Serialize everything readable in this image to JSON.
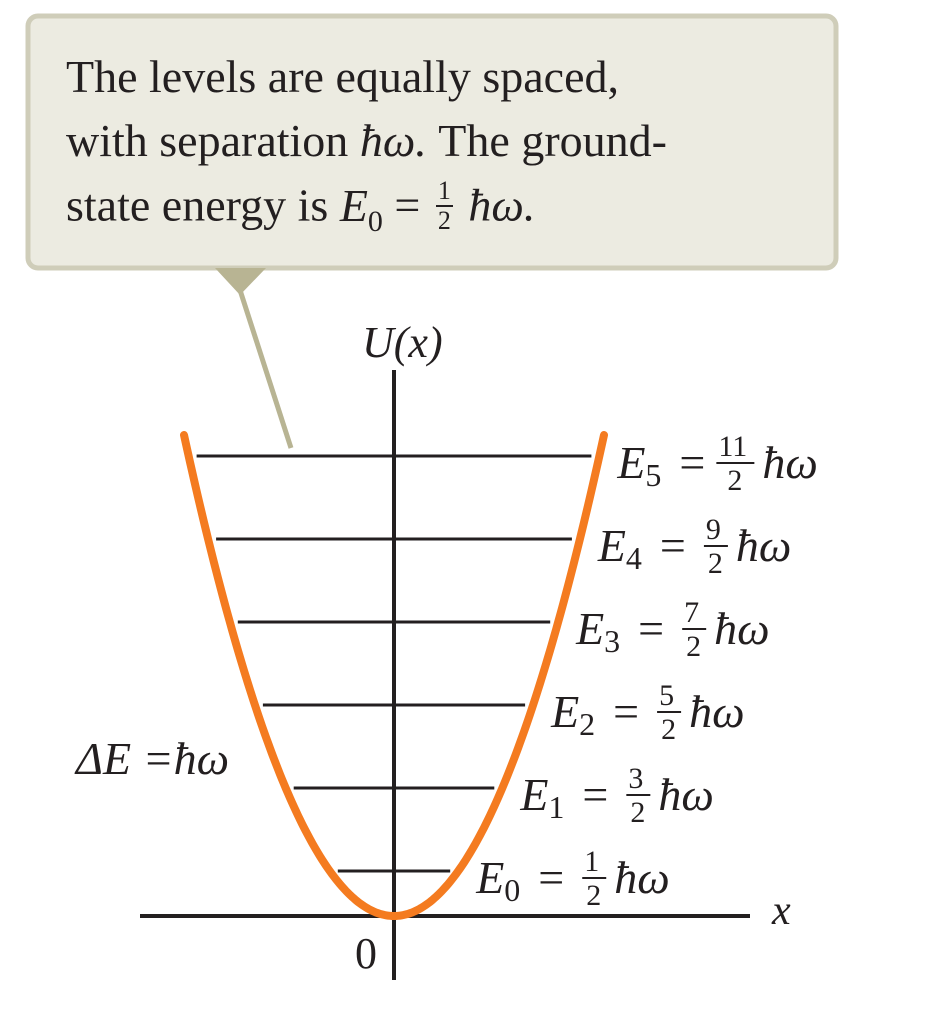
{
  "callout": {
    "line1": "The levels are equally spaced,",
    "line2_text": "with separation",
    "line2_math": "ħω.",
    "line2_tail": "The ground-",
    "line3_text": "state energy is",
    "line3_lhs": "E",
    "line3_sub": "0",
    "line3_eq": "=",
    "line3_num": "1",
    "line3_den": "2",
    "line3_tail": "ħω."
  },
  "axes": {
    "y_label": "U(x)",
    "x_label": "x",
    "origin_label": "0"
  },
  "spacing_label": "ΔE =ħω",
  "levels": [
    {
      "name": "E",
      "sub": "0",
      "eq": "=",
      "num": "1",
      "den": "2",
      "unit": "ħω"
    },
    {
      "name": "E",
      "sub": "1",
      "eq": "=",
      "num": "3",
      "den": "2",
      "unit": "ħω"
    },
    {
      "name": "E",
      "sub": "2",
      "eq": "=",
      "num": "5",
      "den": "2",
      "unit": "ħω"
    },
    {
      "name": "E",
      "sub": "3",
      "eq": "=",
      "num": "7",
      "den": "2",
      "unit": "ħω"
    },
    {
      "name": "E",
      "sub": "4",
      "eq": "=",
      "num": "9",
      "den": "2",
      "unit": "ħω"
    },
    {
      "name": "E",
      "sub": "5",
      "eq": "=",
      "num": "11",
      "den": "2",
      "unit": "ħω"
    }
  ],
  "colors": {
    "potential_curve": "#f47b20",
    "axis": "#231f20",
    "level_line": "#231f20",
    "callout_fill": "#ecebe1",
    "callout_border": "#cfcdb9",
    "pointer": "#b8b493"
  }
}
